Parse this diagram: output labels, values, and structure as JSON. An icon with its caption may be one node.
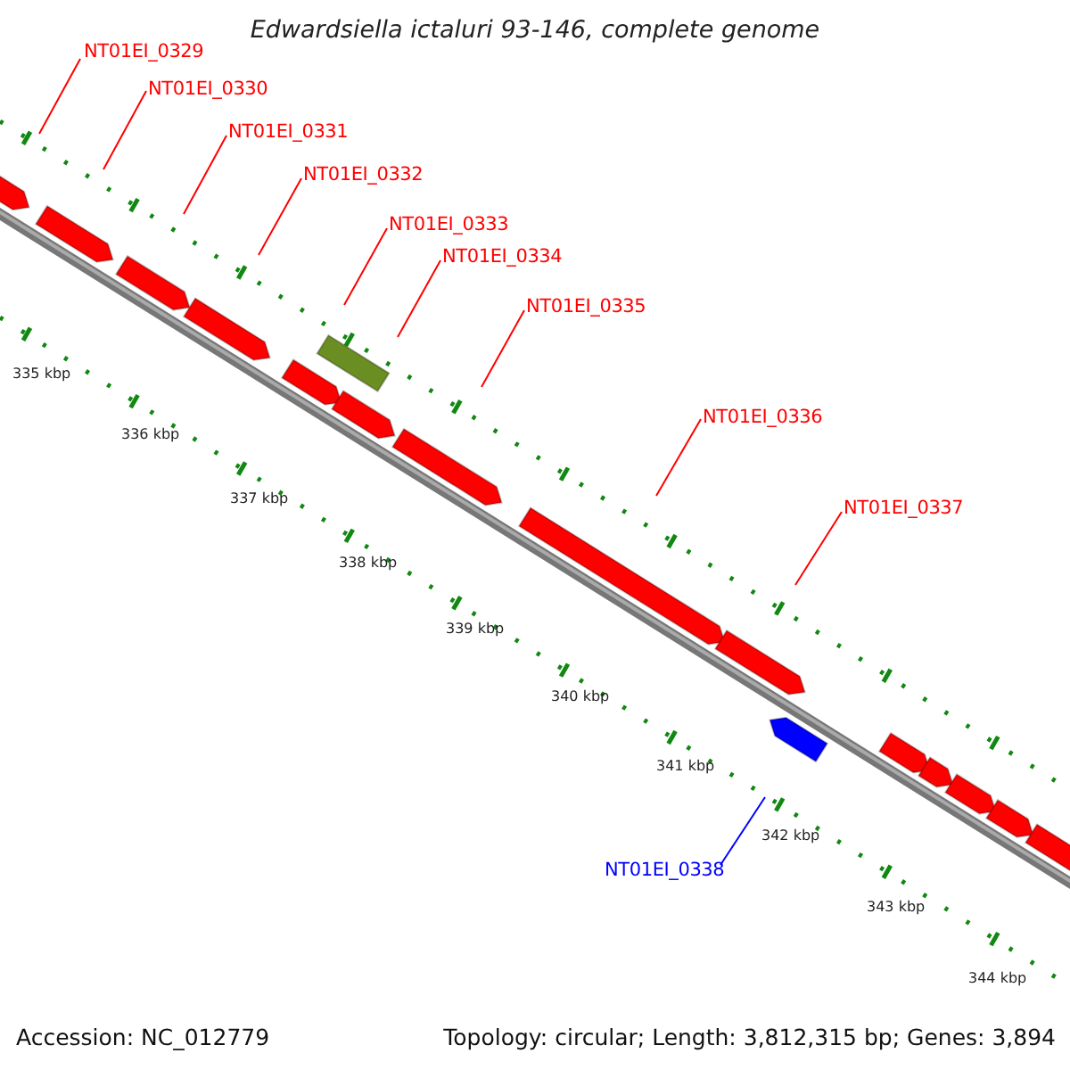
{
  "diagram": {
    "title": "Edwardsiella ictaluri 93-146, complete genome",
    "nodes": [
      {
        "text": [
          "NT01EI_0329"
        ]
      },
      {
        "text": [
          "NT01EI_0330"
        ]
      },
      {
        "text": [
          "NT01EI_0331"
        ]
      },
      {
        "text": [
          "NT01EI_0332"
        ]
      },
      {
        "text": [
          "NT01EI_0333"
        ]
      },
      {
        "text": [
          "NT01EI_0334"
        ]
      },
      {
        "text": [
          "NT01EI_0335"
        ]
      },
      {
        "text": [
          "NT01EI_0336"
        ]
      },
      {
        "text": [
          "NT01EI_0337"
        ]
      },
      {
        "text": [
          "NT01EI_0338"
        ]
      }
    ],
    "edges": [
      {
        "from": 0,
        "to": null,
        "arrow": "none"
      },
      {
        "from": 1,
        "to": null,
        "arrow": "none"
      },
      {
        "from": 2,
        "to": null,
        "arrow": "none"
      },
      {
        "from": 3,
        "to": null,
        "arrow": "none"
      },
      {
        "from": 4,
        "to": null,
        "arrow": "none"
      },
      {
        "from": 5,
        "to": null,
        "arrow": "none"
      },
      {
        "from": 6,
        "to": null,
        "arrow": "none"
      },
      {
        "from": 7,
        "to": null,
        "arrow": "none"
      },
      {
        "from": 8,
        "to": null,
        "arrow": "none"
      },
      {
        "from": 9,
        "to": null,
        "arrow": "none",
        "color": "#0000ff"
      }
    ],
    "labels": [
      "335 kbp",
      "336 kbp",
      "337 kbp",
      "338 kbp",
      "339 kbp",
      "340 kbp",
      "341 kbp",
      "342 kbp",
      "343 kbp",
      "344 kbp",
      "Accession: NC_012779",
      "Topology: circular; Length: 3,812,315 bp; Genes: 3,894"
    ]
  }
}
